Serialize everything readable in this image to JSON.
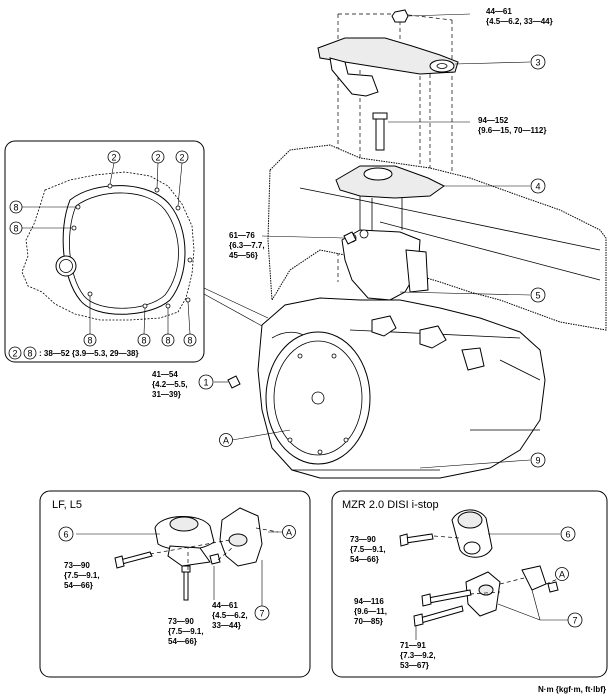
{
  "torques": {
    "top_nut": {
      "line1": "44—61",
      "line2": "{4.5—6.2, 33—44}"
    },
    "long_bolt": {
      "line1": "94—152",
      "line2": "{9.6—15, 70—112}"
    },
    "mid_bolt": {
      "line1": "61—76",
      "line2": "{6.3—7.7,",
      "line3": "45—56}"
    },
    "left_bolt": {
      "line1": "41—54",
      "line2": "{4.2—5.5,",
      "line3": "31—39}"
    },
    "inset_bolts": {
      "text": ": 38—52 {3.9—5.3, 29—38}"
    },
    "lf_l5_bolt_a": {
      "line1": "73—90",
      "line2": "{7.5—9.1,",
      "line3": "54—66}"
    },
    "lf_l5_bolt_b": {
      "line1": "73—90",
      "line2": "{7.5—9.1,",
      "line3": "54—66}"
    },
    "lf_l5_nut": {
      "line1": "44—61",
      "line2": "{4.5—6.2,",
      "line3": "33—44}"
    },
    "mzr_bolt_a": {
      "line1": "73—90",
      "line2": "{7.5—9.1,",
      "line3": "54—66}"
    },
    "mzr_bolt_b": {
      "line1": "94—116",
      "line2": "{9.6—11,",
      "line3": "70—85}"
    },
    "mzr_bolt_c": {
      "line1": "71—91",
      "line2": "{7.3—9.2,",
      "line3": "53—67}"
    }
  },
  "callouts": {
    "c1": "1",
    "c2": "2",
    "c3": "3",
    "c4": "4",
    "c5": "5",
    "c6": "6",
    "c7": "7",
    "c8": "8",
    "c9": "9",
    "cA": "A"
  },
  "panels": {
    "lf_l5_title": "LF, L5",
    "mzr_title": "MZR 2.0 DISI i-stop"
  },
  "units": "N·m {kgf·m, ft·lbf}"
}
